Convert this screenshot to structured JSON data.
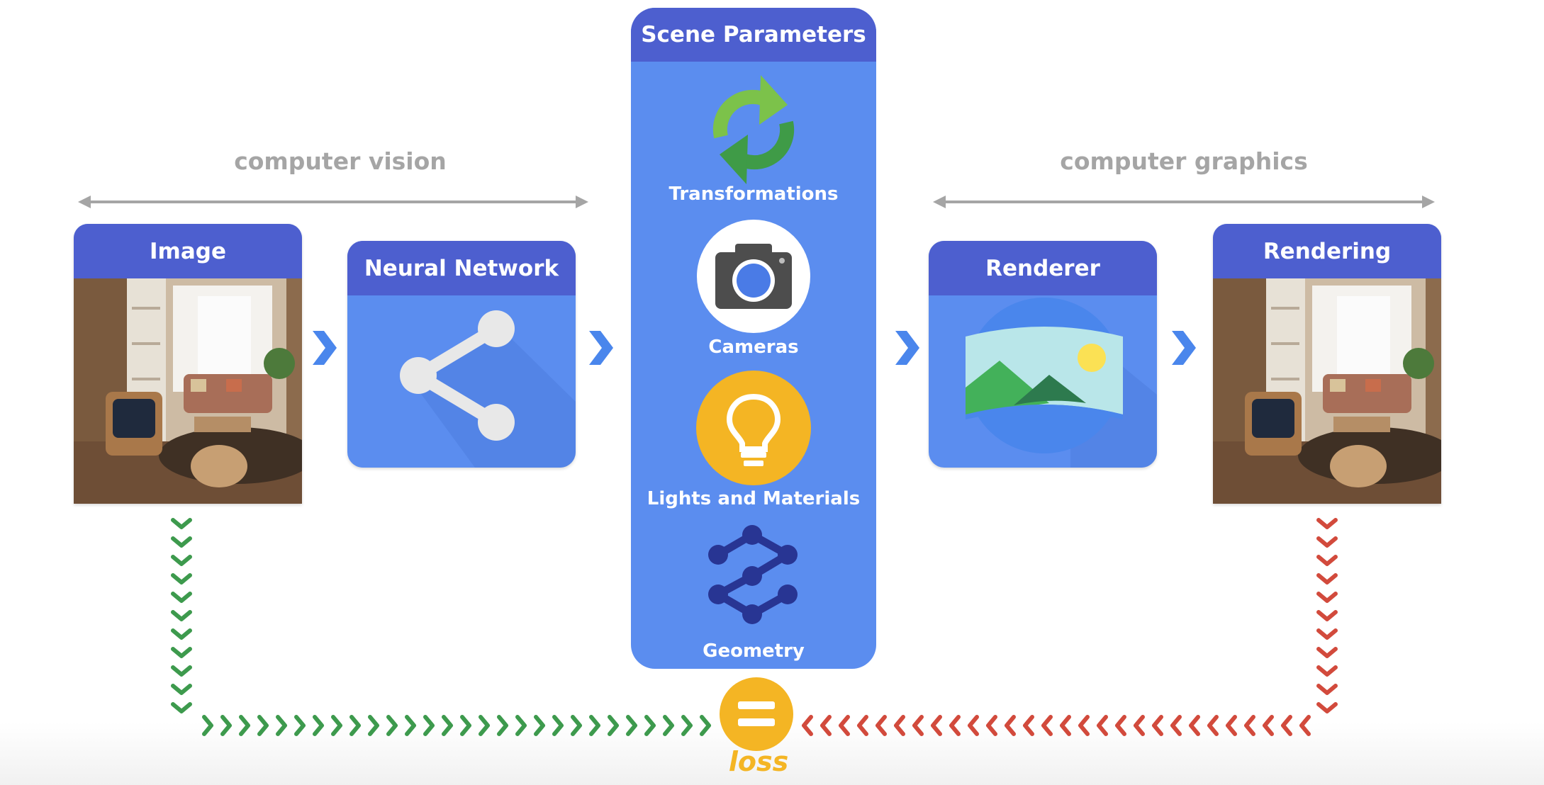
{
  "ranges": {
    "vision_label": "computer vision",
    "graphics_label": "computer graphics"
  },
  "cards": {
    "image": "Image",
    "neural_network": "Neural Network",
    "renderer": "Renderer",
    "rendering": "Rendering"
  },
  "scene": {
    "title": "Scene Parameters",
    "items": [
      {
        "label": "Transformations",
        "icon": "refresh-icon"
      },
      {
        "label": "Cameras",
        "icon": "camera-icon"
      },
      {
        "label": "Lights and Materials",
        "icon": "lightbulb-icon"
      },
      {
        "label": "Geometry",
        "icon": "geometry-icon"
      }
    ]
  },
  "loss": {
    "label": "loss",
    "icon": "equals-icon"
  },
  "colors": {
    "card_blue": "#5b8def",
    "header_indigo": "#4d5fcf",
    "arrow_blue": "#4a86ec",
    "loss_yellow": "#f4b524",
    "green": "#3d9a4d",
    "red": "#d24a3c",
    "gray": "#a5a5a5"
  }
}
